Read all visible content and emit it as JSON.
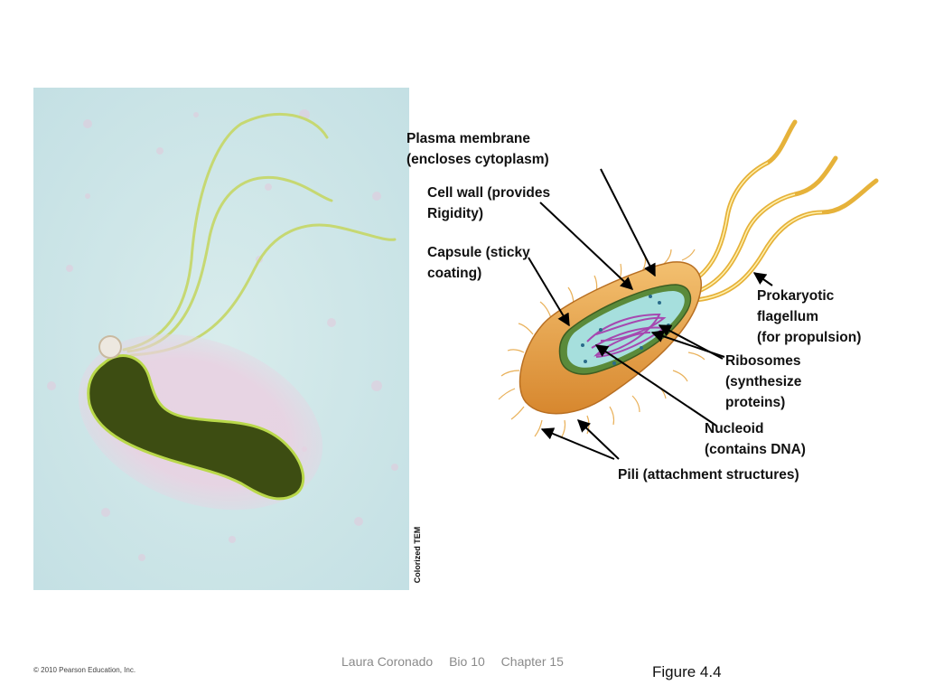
{
  "micrograph": {
    "caption": "Colorized TEM"
  },
  "labels": {
    "plasma_membrane": [
      "Plasma membrane",
      "(encloses cytoplasm)"
    ],
    "cell_wall": [
      "Cell wall (provides",
      "Rigidity)"
    ],
    "capsule": [
      "Capsule (sticky",
      "coating)"
    ],
    "flagellum": [
      "Prokaryotic",
      "flagellum",
      "(for propulsion)"
    ],
    "ribosomes": [
      "Ribosomes",
      "(synthesize",
      "proteins)"
    ],
    "nucleoid": [
      "Nucleoid",
      "(contains DNA)"
    ],
    "pili": [
      "Pili (attachment structures)"
    ]
  },
  "footer": {
    "author": "Laura Coronado",
    "course": "Bio 10",
    "chapter": "Chapter 15"
  },
  "copyright": "© 2010 Pearson Education, Inc.",
  "figure_label": "Figure 4.4",
  "colors": {
    "background_micrograph": "#cfe6e8",
    "bacterium_body": "#3a4a10",
    "flagella": "#c8d86a",
    "cell_orange": "#e8a04a",
    "cytoplasm": "#9fd9d8",
    "nucleoid": "#b04fb8"
  }
}
